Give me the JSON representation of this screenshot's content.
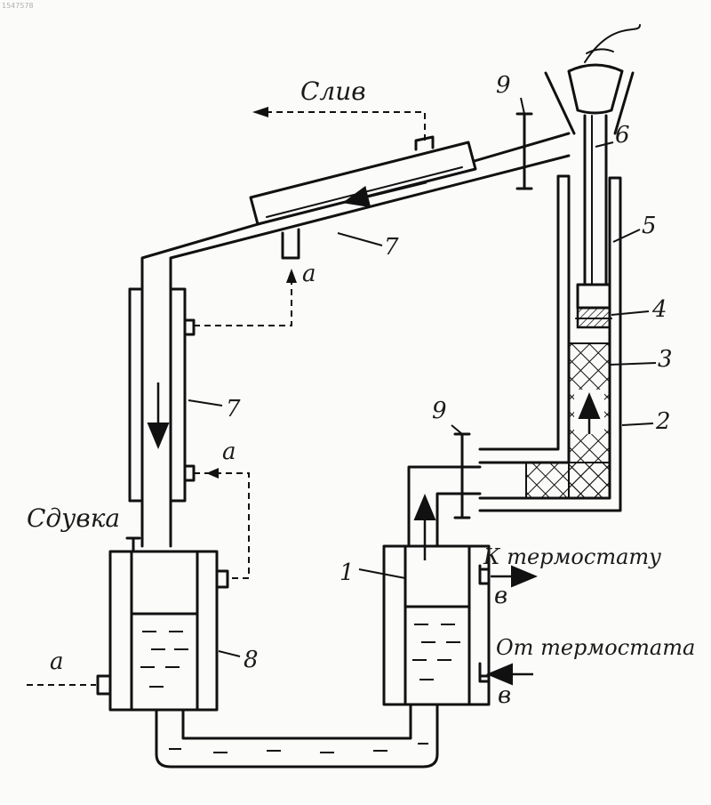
{
  "corner_id": "1547578",
  "labels": {
    "drain": "Слив",
    "blowoff": "Сдувка",
    "to_thermostat": "К термостату",
    "from_thermostat": "От термостата",
    "a": "a",
    "v": "в"
  },
  "numbers": {
    "n1": "1",
    "n2": "2",
    "n3": "3",
    "n4": "4",
    "n5": "5",
    "n6": "6",
    "n7": "7",
    "n8": "8",
    "n9": "9"
  }
}
